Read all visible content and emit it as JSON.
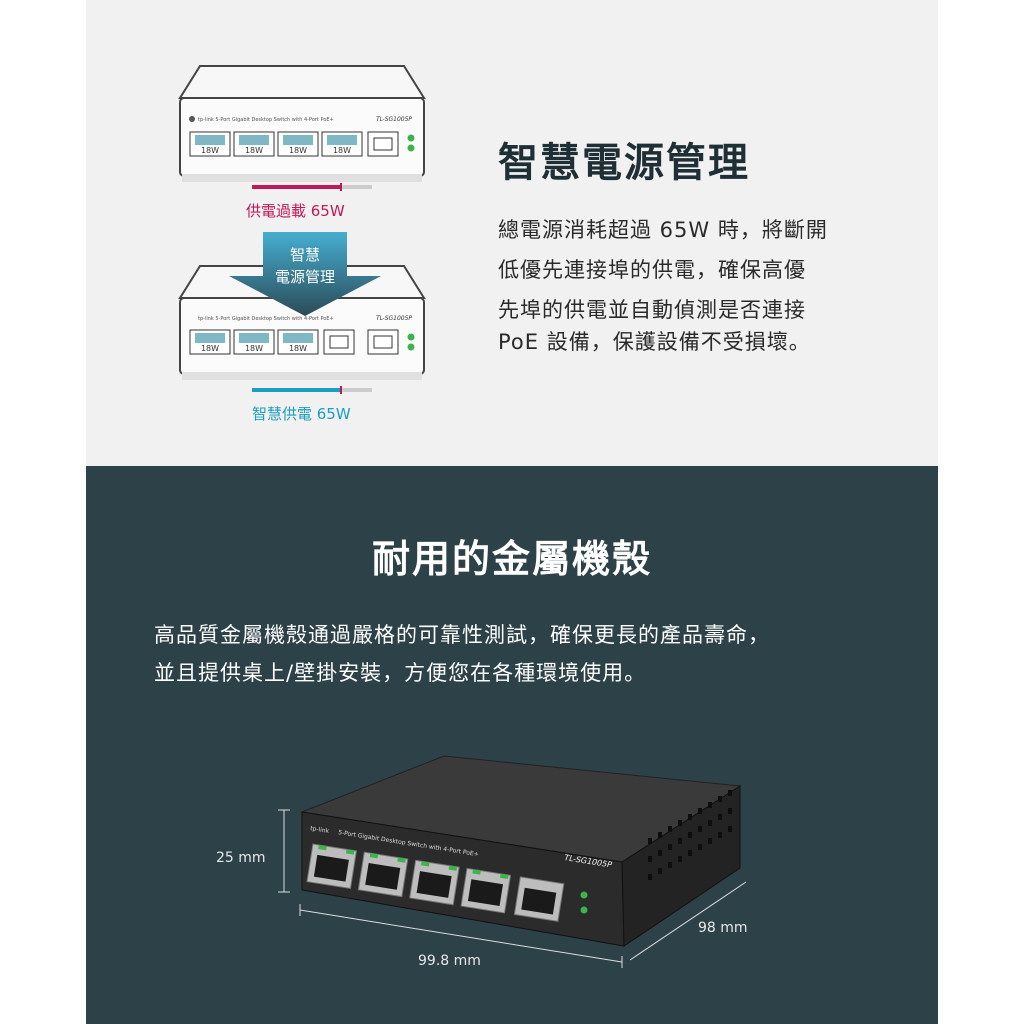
{
  "smart_power": {
    "title": "智慧電源管理",
    "description_lines": [
      "總電源消耗超過 65W 時，將斷開",
      "低優先連接埠的供電，確保高優",
      "先埠的供電並自動偵測是否連接",
      "PoE 設備，保護設備不受損壞。"
    ],
    "overload_label": "供電過載 65W",
    "banner_line1": "智慧",
    "banner_line2": "電源管理",
    "smart_label": "智慧供電 65W",
    "port_label": "18W",
    "model": "TL-SG1005P",
    "switch_desc": "5-Port Gigabit Desktop Switch with 4-Port PoE+",
    "brand": "tp-link"
  },
  "metal_case": {
    "title": "耐用的金屬機殼",
    "description_lines": [
      "高品質金屬機殼通過嚴格的可靠性測試，確保更長的產品壽命，",
      "並且提供桌上/壁掛安裝，方便您在各種環境使用。"
    ],
    "height_label": "25 mm",
    "width_label": "99.8 mm",
    "depth_label": "98 mm"
  },
  "colors": {
    "top_bg": "#f1f1f1",
    "bottom_bg": "#2d4148",
    "overload": "#c2185b",
    "smart": "#1a9fc0",
    "led": "#3cb44a"
  }
}
